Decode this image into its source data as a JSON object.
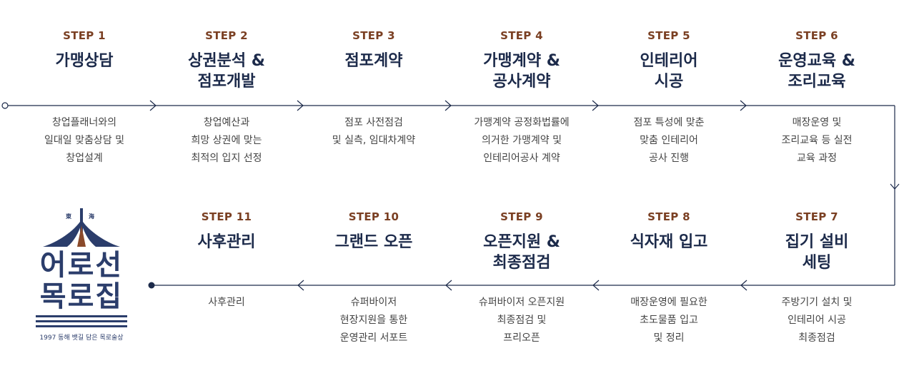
{
  "steps": [
    {
      "label": "STEP 1",
      "title": "가맹상담",
      "desc": "창업플래너와의\n일대일 맞춤상담 및\n창업설계"
    },
    {
      "label": "STEP 2",
      "title": "상권분석 &\n점포개발",
      "desc": "창업예산과\n희망 상권에 맞는\n최적의 입지 선정"
    },
    {
      "label": "STEP 3",
      "title": "점포계약",
      "desc": "점포 사전점검\n및 실측, 임대차계약"
    },
    {
      "label": "STEP 4",
      "title": "가맹계약 &\n공사계약",
      "desc": "가맹계약 공정화법률에\n의거한 가맹계약 및\n인테리어공사 계약"
    },
    {
      "label": "STEP 5",
      "title": "인테리어\n시공",
      "desc": "점포 특성에 맞춘\n맞춤 인테리어\n공사 진행"
    },
    {
      "label": "STEP 6",
      "title": "운영교육 &\n조리교육",
      "desc": "매장운영 및\n조리교육 등 실전\n교육 과정"
    },
    {
      "label": "STEP 7",
      "title": "집기 설비\n세팅",
      "desc": "주방기기 설치 및\n인테리어 시공\n최종점검"
    },
    {
      "label": "STEP 8",
      "title": "식자재 입고",
      "desc": "매장운영에 필요한\n초도물품 입고\n및 정리"
    },
    {
      "label": "STEP 9",
      "title": "오픈지원 &\n최종점검",
      "desc": "슈퍼바이저 오픈지원\n최종점검 및\n프리오픈"
    },
    {
      "label": "STEP 10",
      "title": "그랜드 오픈",
      "desc": "슈퍼바이저\n현장지원을 통한\n운영관리 서포트"
    },
    {
      "label": "STEP 11",
      "title": "사후관리",
      "desc": "사후관리"
    }
  ],
  "logo": {
    "line1": "어로선",
    "line2": "목로집",
    "hanja_left": "東",
    "hanja_right": "海",
    "tagline": "1997 동해 뱃길 담은 목로술상"
  },
  "colors": {
    "step_label": "#7a3f22",
    "title": "#1c2a4a",
    "line": "#1c2a4a",
    "logo": "#2b3d6b"
  }
}
